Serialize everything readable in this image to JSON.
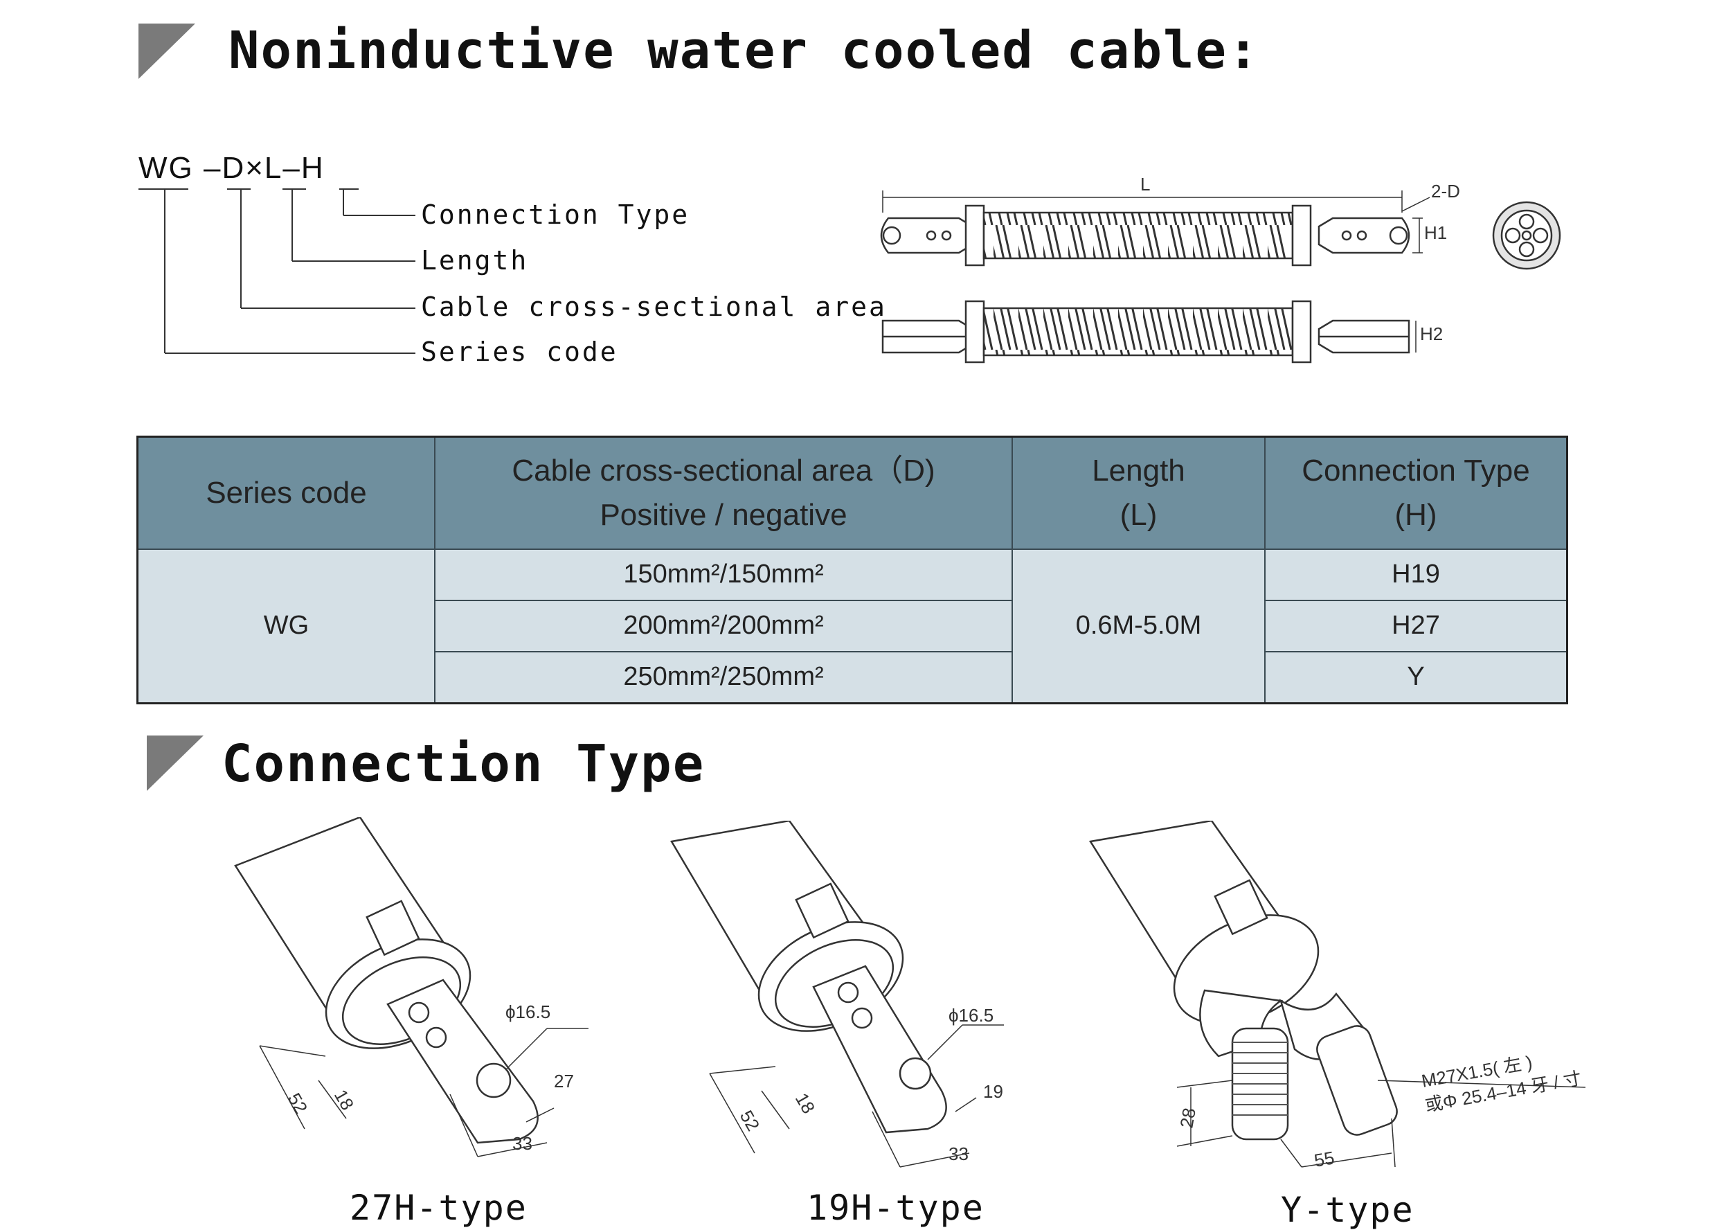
{
  "section1": {
    "title": "Noninductive water cooled cable:"
  },
  "model_code": {
    "formula": "WG –D×L–H",
    "legend": [
      "Connection Type",
      "Length",
      "Cable cross-sectional area",
      "Series code"
    ]
  },
  "drawing": {
    "dim_L": "L",
    "dim_2D": "2-D",
    "dim_H1": "H1",
    "dim_H2": "H2"
  },
  "spec_table": {
    "headers": [
      {
        "line1": "Series code",
        "line2": ""
      },
      {
        "line1": "Cable cross-sectional area（D)",
        "line2": "Positive / negative"
      },
      {
        "line1": "Length",
        "line2": "(L)"
      },
      {
        "line1": "Connection Type",
        "line2": "(H)"
      }
    ],
    "series": "WG",
    "areas": [
      "150mm²/150mm²",
      "200mm²/200mm²",
      "250mm²/250mm²"
    ],
    "length": "0.6M-5.0M",
    "types": [
      "H19",
      "H27",
      "Y"
    ]
  },
  "section2": {
    "title": "Connection Type"
  },
  "connections": [
    {
      "caption": "27H-type",
      "phi": "ϕ16.5",
      "d52": "52",
      "d18": "18",
      "d27": "27",
      "d33": "33"
    },
    {
      "caption": "19H-type",
      "phi": "ϕ16.5",
      "d52": "52",
      "d18": "18",
      "d19": "19",
      "d33": "33"
    },
    {
      "caption": "Y-type",
      "thread1": "M27X1.5( 左 )",
      "thread2": "或Φ 25.4–14 牙 / 寸",
      "d28": "28",
      "d55": "55"
    }
  ],
  "colors": {
    "header_bg": "#6f8f9e",
    "cell_bg": "#d5e0e6",
    "marker": "#7a7a7a"
  }
}
